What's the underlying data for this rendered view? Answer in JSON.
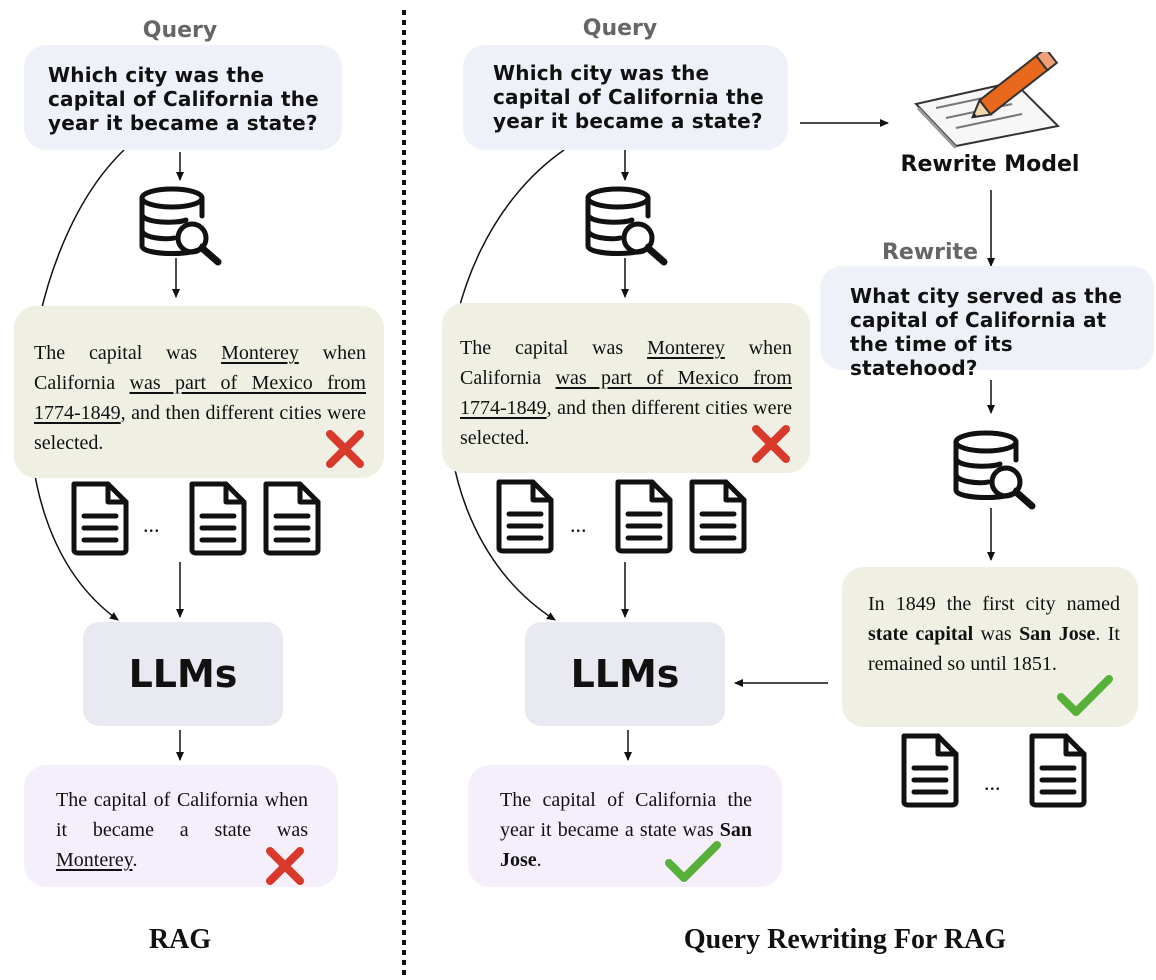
{
  "left": {
    "query_label": "Query",
    "query_text": "Which city was the capital of California the year it became a state?",
    "retrieved_doc": {
      "p1": "The capital was ",
      "u1": "Monterey",
      "p2": " when California ",
      "u2": "was part of Mexico from 1774-1849",
      "p3": ", and then different cities were selected."
    },
    "ellipsis": "...",
    "llm_label": "LLMs",
    "answer": {
      "p1": "The capital of California when it became a state was ",
      "u1": "Monterey",
      "p2": "."
    },
    "caption": "RAG"
  },
  "right": {
    "query_label": "Query",
    "query_text": "Which city was the capital of California the year it became a state?",
    "rewrite_model_label": "Rewrite Model",
    "rewrite_label": "Rewrite",
    "rewrite_text": "What city served as the capital of California at the time of its statehood?",
    "retrieved_doc": {
      "p1": "The capital was ",
      "u1": "Monterey",
      "p2": " when California ",
      "u2": "was part of Mexico from 1774-1849",
      "p3": ", and then different cities were selected."
    },
    "rewritten_doc": {
      "p1": "In 1849 the first city named ",
      "b1": "state capital",
      "p2": " was ",
      "b2": "San Jose",
      "p3": ". It remained so until 1851."
    },
    "ellipsis_top": "...",
    "ellipsis_bottom": "...",
    "llm_label": "LLMs",
    "answer": {
      "p1": "The capital of California the year it became a state was ",
      "b1": "San Jose",
      "p2": "."
    },
    "caption": "Query Rewriting For RAG"
  },
  "colors": {
    "wrong_mark": "#d9392b",
    "correct_mark": "#57b03a",
    "query_bg": "#eef1f8",
    "doc_bg": "#efefe3",
    "llm_bg": "#e9eaf1",
    "answer_bg": "#f4effa"
  }
}
